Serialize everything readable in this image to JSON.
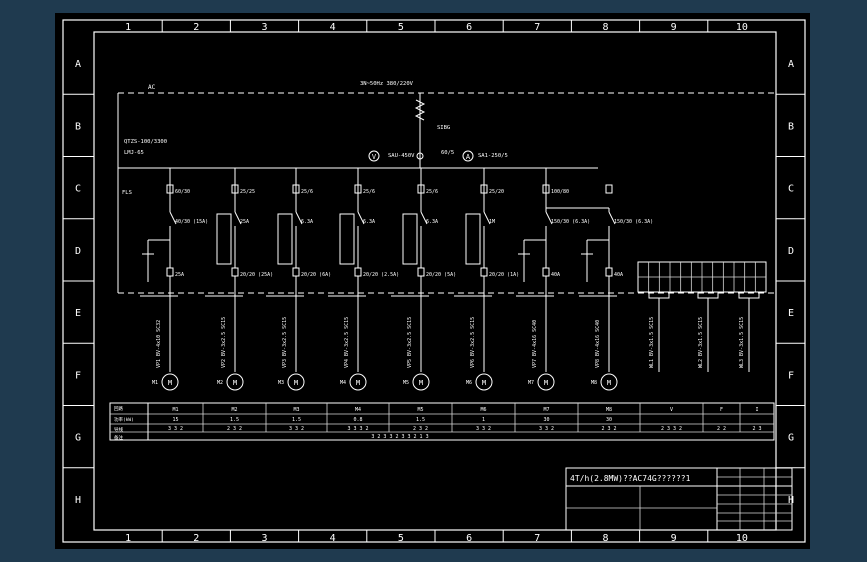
{
  "colors": {
    "canvas_bg": "#1f3a4f",
    "sheet_bg": "#000000",
    "ink": "#ffffff"
  },
  "border": {
    "columns": [
      "1",
      "2",
      "3",
      "4",
      "5",
      "6",
      "7",
      "8",
      "9",
      "10"
    ],
    "rows": [
      "A",
      "B",
      "C",
      "D",
      "E",
      "F",
      "G",
      "H"
    ]
  },
  "header": {
    "left_label": "AC",
    "supply_label": "3N~50Hz  380/220V",
    "transformer_label": "SIBG",
    "breaker_spec": "QTZS-100/3300",
    "rating": "LMJ-65",
    "voltmeter_label": "SAU-450V",
    "ct_ratio": "60/5",
    "ammeter_label": "SA1-250/5",
    "ct_label": "FLS"
  },
  "branches": [
    {
      "top": "60/30",
      "mid": "40/30 (15A)",
      "low": "25A",
      "cable": "VP1  BV-4x10  SC32",
      "motor": "M1"
    },
    {
      "top": "25/25",
      "mid": "25A",
      "low": "20/20 (25A)",
      "cable": "VP2  BV-3x2.5  SC15",
      "motor": "M2"
    },
    {
      "top": "25/6",
      "mid": "6.3A",
      "low": "20/20 (6A)",
      "cable": "VP3  BV-3x2.5  SC15",
      "motor": "M3"
    },
    {
      "top": "25/6",
      "mid": "6.3A",
      "low": "20/20 (2.5A)",
      "cable": "VP4  BV-3x2.5  SC15",
      "motor": "M4"
    },
    {
      "top": "25/6",
      "mid": "6.3A",
      "low": "20/20 (5A)",
      "cable": "VP5  BV-3x2.5  SC15",
      "motor": "M5"
    },
    {
      "top": "25/20",
      "mid": "1M",
      "low": "20/20 (1A)",
      "cable": "VP6  BV-3x2.5  SC15",
      "motor": "M6"
    },
    {
      "top": "100/80",
      "mid": "150/30 (6.3A)",
      "low": "40A",
      "cable": "VP7  BV-4x16  SC40",
      "motor": "M7"
    },
    {
      "top": "",
      "mid": "150/30 (6.3A)",
      "low": "40A",
      "cable": "VP8  BV-4x16  SC40",
      "motor": "M8"
    }
  ],
  "aux_cables": [
    "WL1  BV-3x1.5  SC15",
    "WL2  BV-3x1.5  SC15",
    "WL3  BV-3x1.5  SC15"
  ],
  "table": {
    "row_labels": [
      "回路",
      "功率(kW)",
      "导线",
      "备注"
    ],
    "codes": [
      "M1",
      "M2",
      "M3",
      "M4",
      "M5",
      "M6",
      "M7",
      "M8",
      "V",
      "F",
      "I"
    ],
    "powers": [
      "15",
      "1.5",
      "1.5",
      "0.8",
      "1.5",
      "1",
      "30",
      "30",
      "",
      "",
      ""
    ],
    "wires": [
      "3 3 2",
      "2 3 2",
      "3 3 2",
      "3 3 3 2",
      "2 3 2",
      "3 3 2",
      "3 3 2",
      "2 3 2",
      "2 3 3 2",
      "2 2",
      "2 3"
    ],
    "remark": "3 2 3 3 2 3 3 2 1 3"
  },
  "title_block": {
    "title": "4T/h(2.8MW)??AC74G??????1"
  }
}
